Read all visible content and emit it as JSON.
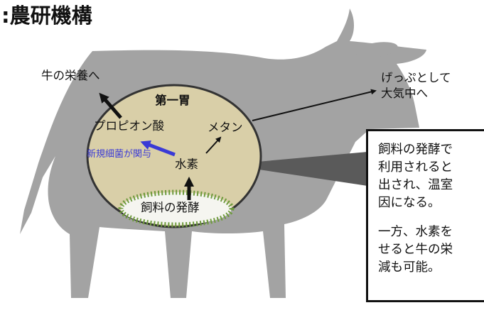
{
  "source": ":農研機構",
  "diagram": {
    "stomach_title": "第一胃",
    "nodes": {
      "feed_fermentation": "飼料の発酵",
      "hydrogen": "水素",
      "propionic_acid": "プロピオン酸",
      "methane": "メタン",
      "new_bacteria": "新規細菌が関与"
    },
    "outputs": {
      "cattle_nutrition": "牛の栄養へ",
      "burp_line1": "げっぷとして",
      "burp_line2": "大気中へ"
    }
  },
  "callout": {
    "paragraph1": [
      "飼料の発酵で",
      "利用されると",
      "出され、温室",
      "因になる。"
    ],
    "paragraph2": [
      "一方、水素を",
      "せると牛の栄",
      "減も可能。"
    ]
  },
  "colors": {
    "cow": "#a3a3a3",
    "stomach_fill": "#d9cfa8",
    "stomach_border": "#333333",
    "feed_fill": "#f5f5f0",
    "feed_border": "#6e9a3c",
    "highlight_arrow": "#3a3ad6",
    "callout_pointer": "#5a5a5a"
  }
}
